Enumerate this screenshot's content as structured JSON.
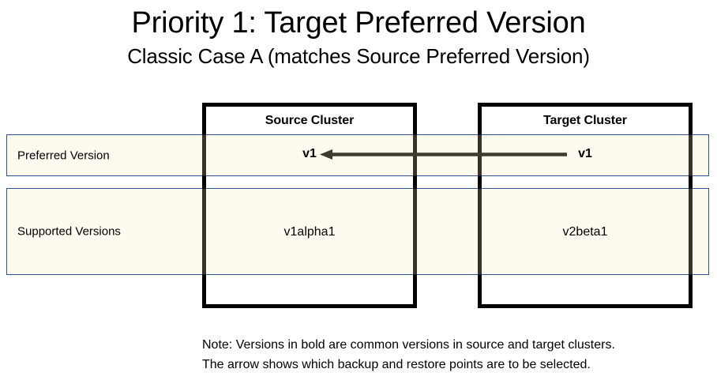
{
  "title": "Priority 1: Target Preferred Version",
  "subtitle": "Classic Case A (matches Source Preferred Version)",
  "colors": {
    "band_background": "#fdfaef",
    "band_border": "#2f5496",
    "box_border": "#000000",
    "arrow": "#3f3a30",
    "text": "#000000"
  },
  "columns": [
    {
      "id": "source",
      "title": "Source Cluster"
    },
    {
      "id": "target",
      "title": "Target Cluster"
    }
  ],
  "rows": [
    {
      "id": "preferred",
      "label": "Preferred Version",
      "source_value": "v1",
      "target_value": "v1",
      "source_bold": true,
      "target_bold": true
    },
    {
      "id": "supported",
      "label": "Supported Versions",
      "source_value": "v1alpha1",
      "target_value": "v2beta1",
      "source_bold": false,
      "target_bold": false
    }
  ],
  "arrow": {
    "name": "flow-arrow-target-to-source",
    "direction": "left",
    "from": "target preferred version",
    "to": "source preferred version"
  },
  "note": {
    "line1": "Note: Versions in bold are common versions in source and target clusters.",
    "line2": "The arrow shows which backup and restore points are to be selected."
  }
}
